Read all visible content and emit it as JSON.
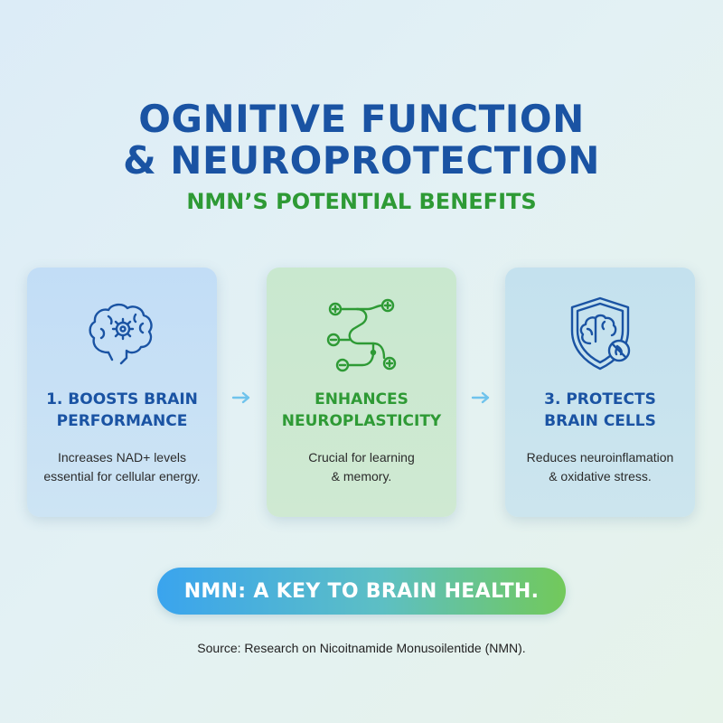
{
  "header": {
    "title_line1": "OGNITIVE FUNCTION",
    "title_line2": "& NEUROPROTECTION",
    "subtitle": "NMN’S POTENTIAL BENEFITS"
  },
  "cards": [
    {
      "icon": "brain-gear-icon",
      "title_line1": "1. BOOSTS BRAIN",
      "title_line2": "PERFORMANCE",
      "desc_line1": "Increases NAD+ levels",
      "desc_line2": "essential for cellular energy."
    },
    {
      "icon": "neural-pathway-icon",
      "title_line1": "ENHANCES",
      "title_line2": "NEUROPLASTICITY",
      "desc_line1": "Crucial for learning",
      "desc_line2": "& memory."
    },
    {
      "icon": "brain-shield-icon",
      "title_line1": "3. PROTECTS",
      "title_line2": "BRAIN CELLS",
      "desc_line1": "Reduces neuroinflamation",
      "desc_line2": "& oxidative stress."
    }
  ],
  "arrows": [
    "arrow-right-icon",
    "arrow-right-icon"
  ],
  "banner": {
    "text": "NMN: A KEY TO BRAIN HEALTH."
  },
  "source": "Source: Research on Nicoitnamide Monusoilentide (NMN).",
  "colors": {
    "title_blue": "#1a53a3",
    "subtitle_green": "#2e9a35",
    "arrow_blue": "#6fc3ec",
    "banner_start": "#3aa4ee",
    "banner_end": "#72c95a"
  }
}
